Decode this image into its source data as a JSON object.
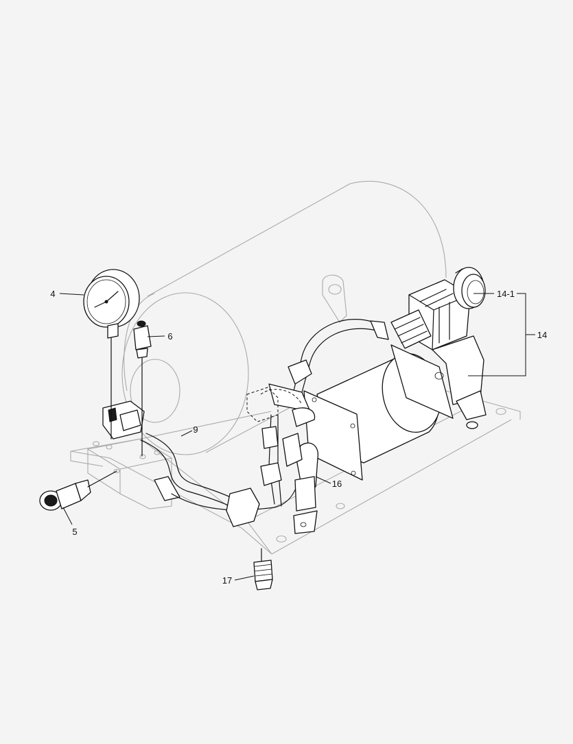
{
  "diagram": {
    "callouts": [
      {
        "id": "c4",
        "label": "4"
      },
      {
        "id": "c5",
        "label": "5"
      },
      {
        "id": "c6",
        "label": "6"
      },
      {
        "id": "c9",
        "label": "9"
      },
      {
        "id": "c14",
        "label": "14"
      },
      {
        "id": "c14_1",
        "label": "14-1"
      },
      {
        "id": "c16",
        "label": "16"
      },
      {
        "id": "c17",
        "label": "17"
      }
    ],
    "colors": {
      "background": "#f4f4f4",
      "line": "#111111",
      "ghost_line": "#a9a9a9",
      "part_fill": "#ffffff"
    }
  }
}
